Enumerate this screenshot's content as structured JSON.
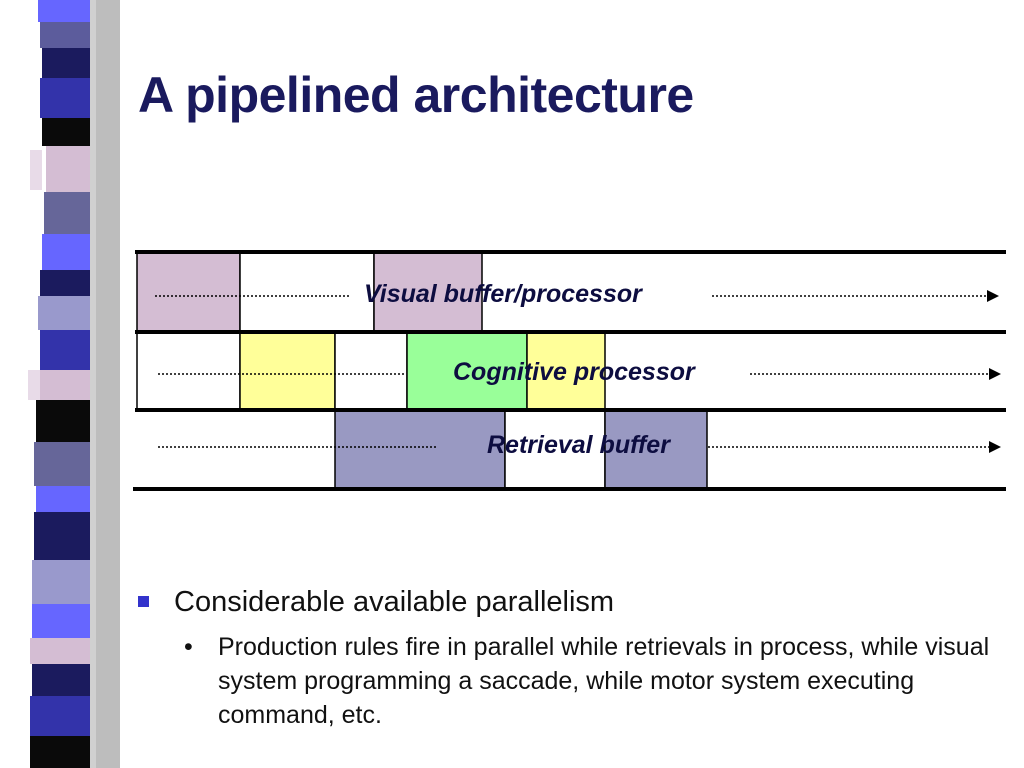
{
  "slide": {
    "title": "A pipelined architecture"
  },
  "diagram": {
    "rows": [
      {
        "label": "Visual buffer/processor"
      },
      {
        "label": "Cognitive processor"
      },
      {
        "label": "Retrieval buffer"
      }
    ],
    "colors": {
      "visual": "#d4bdd3",
      "cognitive_yellow": "#ffff99",
      "cognitive_green": "#99ff99",
      "retrieval": "#9999c2",
      "title": "#1a1a5e",
      "bullet": "#3333cc"
    }
  },
  "bullets": {
    "main": "Considerable available parallelism",
    "sub_marker": "•",
    "sub": "Production rules fire in parallel while retrievals in process, while visual system programming a saccade, while motor system executing command, etc."
  }
}
